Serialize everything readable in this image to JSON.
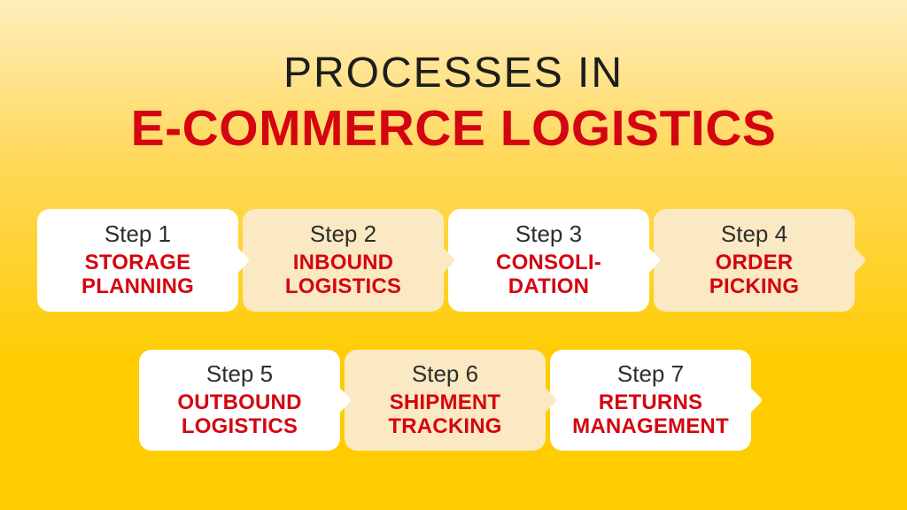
{
  "title": {
    "line1": "PROCESSES IN",
    "line2": "E-COMMERCE LOGISTICS"
  },
  "steps": [
    {
      "label": "Step 1",
      "name": "STORAGE\nPLANNING"
    },
    {
      "label": "Step 2",
      "name": "INBOUND\nLOGISTICS"
    },
    {
      "label": "Step 3",
      "name": "CONSOLI-\nDATION"
    },
    {
      "label": "Step 4",
      "name": "ORDER\nPICKING"
    },
    {
      "label": "Step 5",
      "name": "OUTBOUND\nLOGISTICS"
    },
    {
      "label": "Step 6",
      "name": "SHIPMENT\nTRACKING"
    },
    {
      "label": "Step 7",
      "name": "RETURNS\nMANAGEMENT"
    }
  ],
  "colors": {
    "bg_top": "#FFEEBD",
    "bg_mid": "#FFD95E",
    "bg_bottom": "#FFCC00",
    "card_white": "#FFFFFF",
    "card_cream": "#FBE9C3",
    "brand_red": "#D40511",
    "title_black": "#1D1D1B",
    "step_label_gray": "#2D2D2D"
  }
}
